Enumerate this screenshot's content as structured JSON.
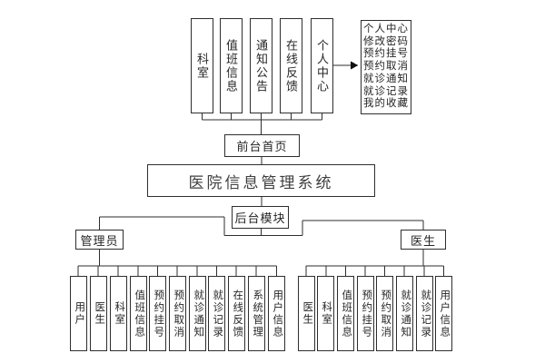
{
  "system_title": "医院信息管理系统",
  "front_home": "前台首页",
  "backend_module": "后台模块",
  "top_modules": [
    "科室",
    "值班信息",
    "通知公告",
    "在线反馈",
    "个人中心"
  ],
  "personal_center_panel": [
    "个人中心",
    "修改密码",
    "预约挂号",
    "预约取消",
    "就诊通知",
    "就诊记录",
    "我的收藏"
  ],
  "admin_branch": {
    "label": "管理员",
    "children": [
      "用户",
      "医生",
      "科室",
      "值班信息",
      "预约挂号",
      "预约取消",
      "就诊通知",
      "就诊记录",
      "在线反馈",
      "系统管理",
      "用户信息"
    ]
  },
  "doctor_branch": {
    "label": "医生",
    "children": [
      "医生",
      "科室",
      "值班信息",
      "预约挂号",
      "预约取消",
      "就诊通知",
      "就诊记录",
      "用户信息"
    ]
  },
  "colors": {
    "background": "#ffffff",
    "border": "#2e2e2e",
    "line": "#2e2e2e",
    "text": "#262626",
    "title_text": "#3f3f3f",
    "arrowhead": "#111111"
  }
}
